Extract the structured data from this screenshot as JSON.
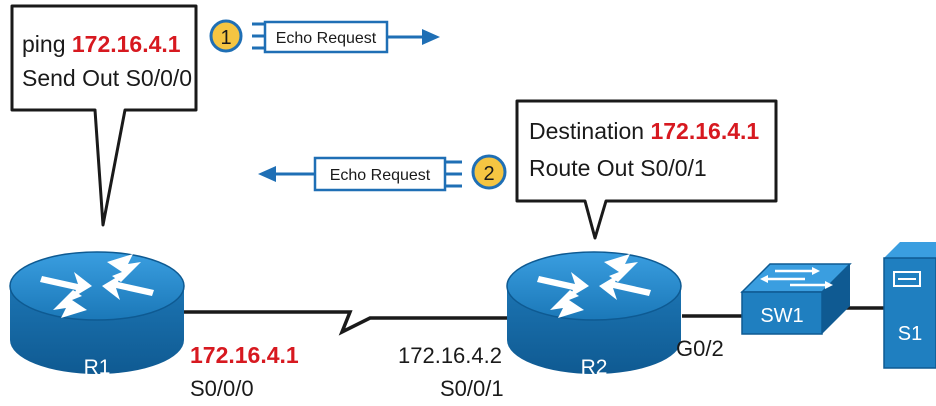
{
  "callout_r1": {
    "line1_prefix": "ping",
    "line1_ip": "172.16.4.1",
    "line2": "Send Out S0/0/0"
  },
  "callout_r2": {
    "line1_prefix": "Destination",
    "line1_ip": "172.16.4.1",
    "line2": "Route Out S0/0/1"
  },
  "steps": [
    {
      "number": "1",
      "message": "Echo Request"
    },
    {
      "number": "2",
      "message": "Echo Request"
    }
  ],
  "devices": {
    "r1": {
      "label": "R1",
      "ip": "172.16.4.1",
      "interface": "S0/0/0"
    },
    "r2": {
      "label": "R2",
      "ip": "172.16.4.2",
      "interface": "S0/0/1",
      "lan_interface": "G0/2"
    },
    "sw1": {
      "label": "SW1"
    },
    "s1": {
      "label": "S1"
    }
  },
  "colors": {
    "router_blue": "#1f7fc0",
    "router_top": "#2b8fd1",
    "arrow_blue": "#1f6fb5",
    "highlight_red": "#d71920",
    "step_badge": "#f5c542"
  },
  "icons": [
    "router-icon",
    "switch-icon",
    "server-icon",
    "arrow-right-icon",
    "arrow-left-icon"
  ]
}
